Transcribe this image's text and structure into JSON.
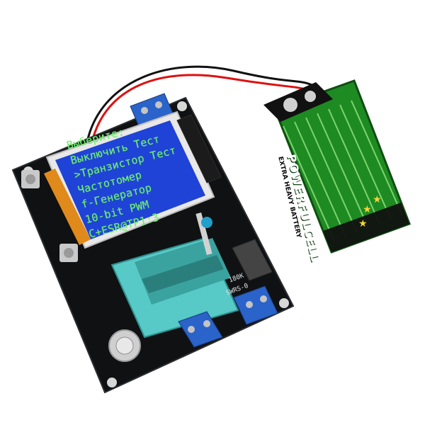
{
  "lcd": {
    "lines": [
      "Выберите:",
      "Выключить Тест",
      ">Транзистор Тест",
      "Частотомер",
      "f-Генератор",
      "10-bit PWM",
      "C+ESR@TP1:3"
    ]
  },
  "battery": {
    "brand": "POWERFULCELL",
    "subtitle": "EXTRA HEAVY BATTERY"
  },
  "silkscreen": {
    "sw_label": "SWRS-0",
    "res_label": "180K"
  },
  "colors": {
    "pcb": "#101214",
    "lcd_bg": "#1f43d6",
    "lcd_text": "#6cf06a",
    "zif_socket": "#57c9c6",
    "terminal_blue": "#2a63c9",
    "battery_green": "#1e8b22"
  }
}
